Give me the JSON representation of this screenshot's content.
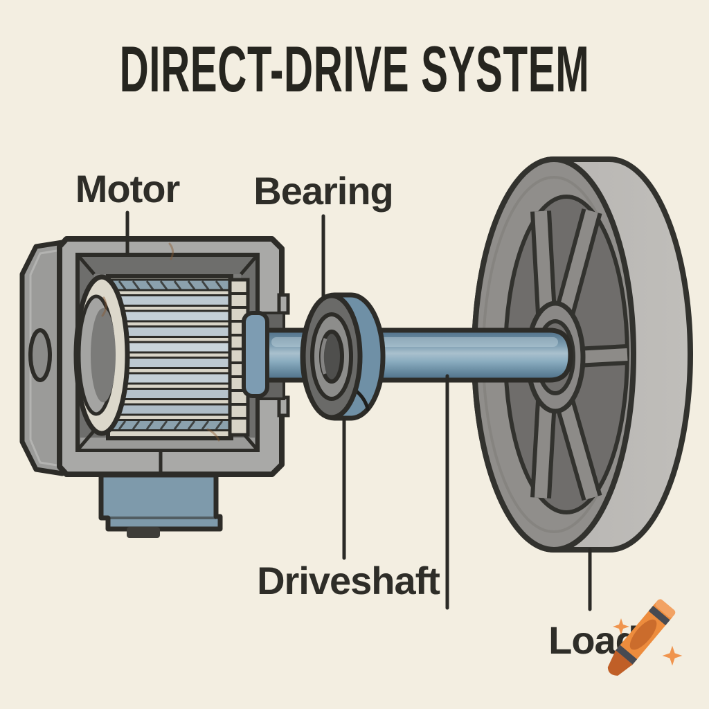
{
  "title": "DIRECT-DRIVE SYSTEM",
  "labels": {
    "motor": "Motor",
    "bearing": "Bearing",
    "driveshaft": "Driveshaft",
    "load": "Load"
  },
  "palette": {
    "background": "#f3eee1",
    "outline": "#2d2c28",
    "metal_light": "#a9a9a7",
    "metal_mid": "#908e8b",
    "metal_dark": "#6e6e6c",
    "shaft_steel_blue": "#6f90a6",
    "mount_steel_blue": "#7e9aab",
    "rotor_cream": "#d8d4c7",
    "crayon_orange": "#ed8c3d"
  },
  "watermark": {
    "icon": "crayon-icon"
  }
}
